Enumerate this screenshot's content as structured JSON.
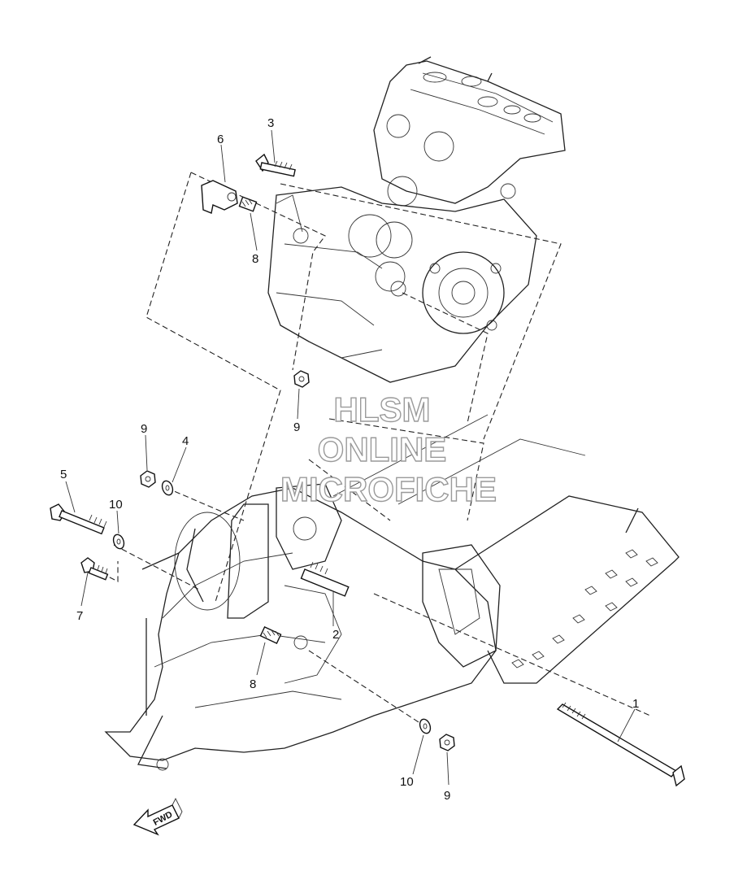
{
  "callouts": [
    {
      "id": "c1",
      "label": "1"
    },
    {
      "id": "c2",
      "label": "2"
    },
    {
      "id": "c3",
      "label": "3"
    },
    {
      "id": "c4",
      "label": "4"
    },
    {
      "id": "c5",
      "label": "5"
    },
    {
      "id": "c6",
      "label": "6"
    },
    {
      "id": "c7",
      "label": "7"
    },
    {
      "id": "c8a",
      "label": "8"
    },
    {
      "id": "c8b",
      "label": "8"
    },
    {
      "id": "c9a",
      "label": "9"
    },
    {
      "id": "c9b",
      "label": "9"
    },
    {
      "id": "c9c",
      "label": "9"
    },
    {
      "id": "c10a",
      "label": "10"
    },
    {
      "id": "c10b",
      "label": "10"
    }
  ],
  "watermark": {
    "line1": "HLSM",
    "line2": "ONLINE",
    "line3": "MICROFICHE"
  },
  "direction_marker": {
    "label": "FWD"
  }
}
